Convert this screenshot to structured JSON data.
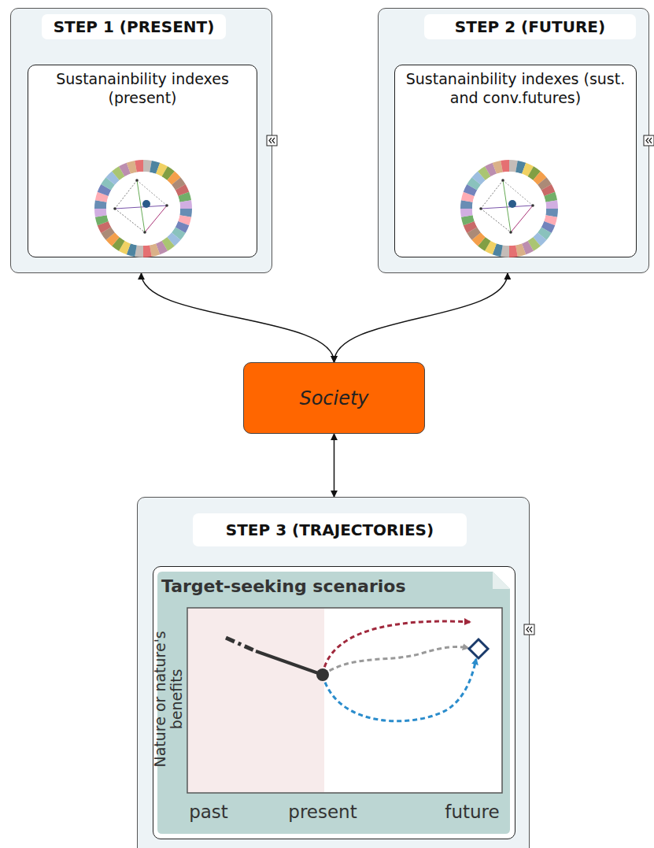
{
  "diagram": {
    "nodes": [
      {
        "text": [
          "STEP 1 (PRESENT)"
        ]
      },
      {
        "text": [
          "Sustanainbility indexes (present)"
        ],
        "in": 0
      },
      {
        "text": [
          "STEP 2 (FUTURE)"
        ]
      },
      {
        "text": [
          "Sustanainbility indexes (sust. and conv.futures)"
        ],
        "in": 2
      },
      {
        "text": [
          "Society"
        ]
      },
      {
        "text": [
          "STEP 3 (TRAJECTORIES)"
        ]
      },
      {
        "text": [
          "Target-seeking scenarios"
        ],
        "in": 5
      }
    ],
    "edges": [
      {
        "from": 4,
        "to": 0,
        "arrow": "both"
      },
      {
        "from": 4,
        "to": 2,
        "arrow": "both"
      },
      {
        "from": 4,
        "to": 5,
        "arrow": "both"
      }
    ],
    "labels": [
      "Nature or nature's benefits",
      "past",
      "present",
      "future"
    ]
  }
}
